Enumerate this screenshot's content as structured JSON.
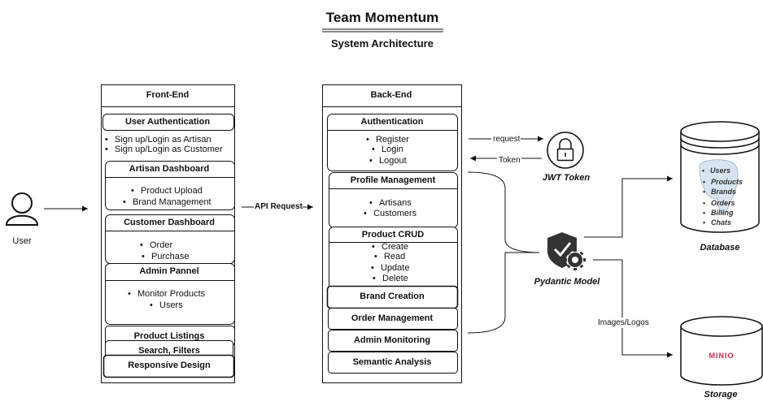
{
  "header": {
    "title": "Team Momentum",
    "subtitle": "System Architecture"
  },
  "user": {
    "label": "User"
  },
  "api_request_label": "API Request",
  "frontend": {
    "title": "Front-End",
    "user_auth": {
      "title": "User Authentication",
      "items": [
        "Sign up/Login as Artisan",
        "Sign up/Login as Customer"
      ]
    },
    "artisan_dashboard": {
      "title": "Artisan Dashboard",
      "items": [
        "Product Upload",
        "Brand Management"
      ]
    },
    "customer_dashboard": {
      "title": "Customer Dashboard",
      "items": [
        "Order",
        "Purchase"
      ]
    },
    "admin_panel": {
      "title": "Admin Pannel",
      "items": [
        "Monitor Products",
        "Users"
      ]
    },
    "product_listings": "Product Listings",
    "search_filters": "Search, Filters",
    "responsive_design": "Responsive Design"
  },
  "backend": {
    "title": "Back-End",
    "authentication": {
      "title": "Authentication",
      "items": [
        "Register",
        "Login",
        "Logout"
      ]
    },
    "profile_management": {
      "title": "Profile Management",
      "items": [
        "Artisans",
        "Customers"
      ]
    },
    "product_crud": {
      "title": "Product CRUD",
      "items": [
        "Create",
        "Read",
        "Update",
        "Delete"
      ]
    },
    "brand_creation": "Brand Creation",
    "order_management": "Order Management",
    "admin_monitoring": "Admin Monitoring",
    "semantic_analysis": "Semantic Analysis"
  },
  "jwt": {
    "request_label": "request",
    "token_label": "Token",
    "label": "JWT Token"
  },
  "pydantic": {
    "label": "Pydantic Model"
  },
  "database": {
    "label": "Database",
    "items": [
      "Users",
      "Products",
      "Brands",
      "Orders",
      "Billing",
      "Chats"
    ]
  },
  "storage": {
    "label": "Storage",
    "edge_label": "Images/Logos",
    "logo_text": "MINIO"
  },
  "colors": {
    "stroke": "#111111",
    "minio_red": "#c72c48",
    "postgres_blue": "#a9c4e4"
  }
}
